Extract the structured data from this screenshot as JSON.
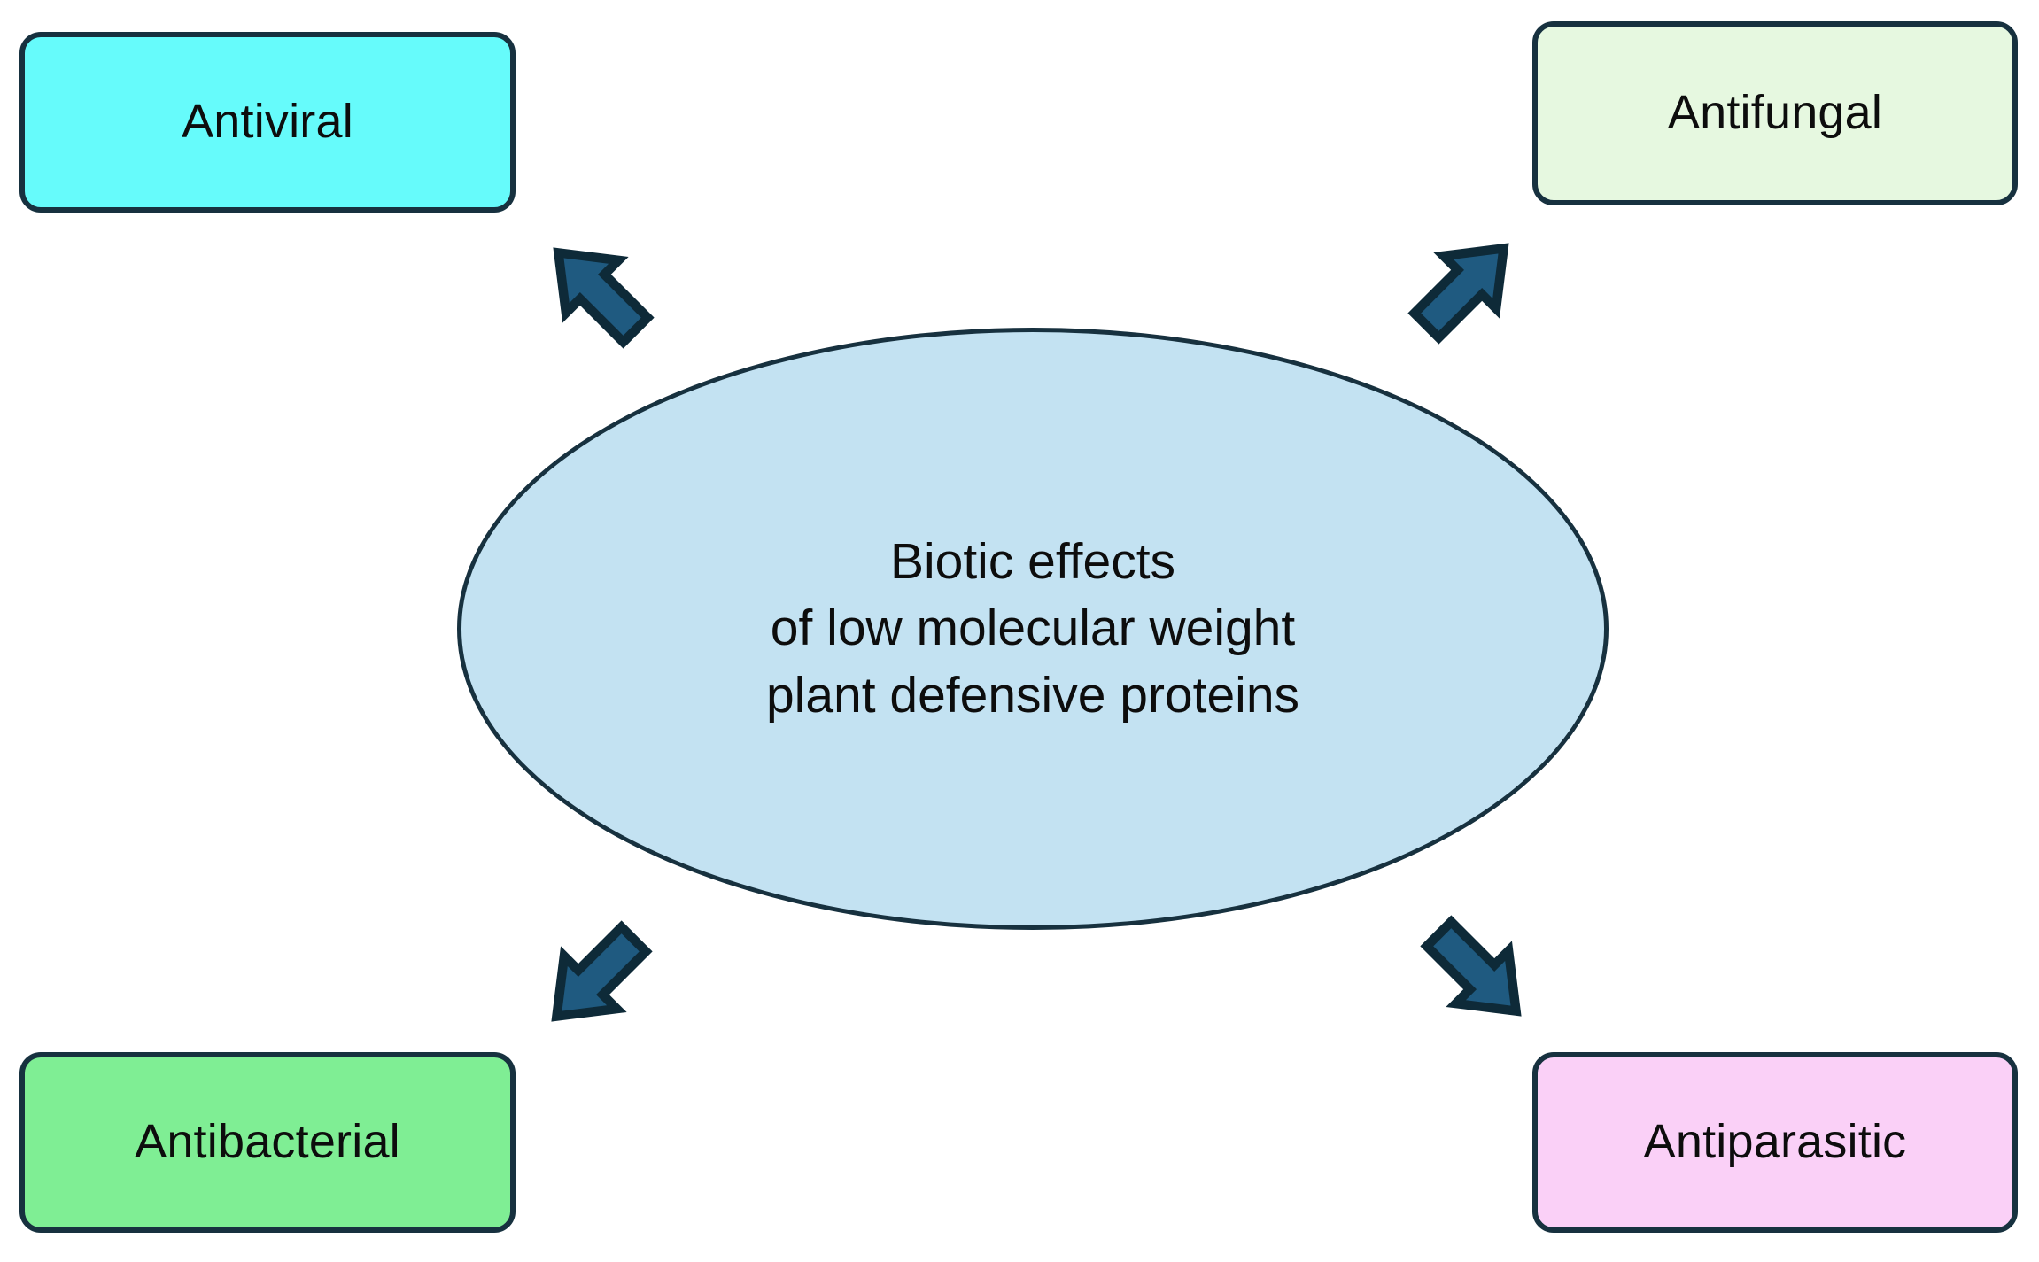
{
  "diagram": {
    "title": "Biotic effects of low molecular weight plant defensive proteins",
    "type": "radial-concept-map",
    "center": {
      "shape": "ellipse",
      "fill_color": "#C3E2F2",
      "border_color": "#17313F",
      "lines": [
        "Biotic effects",
        "of low molecular weight",
        "plant defensive proteins"
      ]
    },
    "arrows": [
      {
        "name": "arrow-top-left",
        "direction": "up-left",
        "from": "center",
        "to": "Antiviral",
        "fill_color": "#1F5A80",
        "border_color": "#0E2A38"
      },
      {
        "name": "arrow-top-right",
        "direction": "up-right",
        "from": "center",
        "to": "Antifungal",
        "fill_color": "#1F5A80",
        "border_color": "#0E2A38"
      },
      {
        "name": "arrow-bottom-left",
        "direction": "down-left",
        "from": "center",
        "to": "Antibacterial",
        "fill_color": "#1F5A80",
        "border_color": "#0E2A38"
      },
      {
        "name": "arrow-bottom-right",
        "direction": "down-right",
        "from": "center",
        "to": "Antiparasitic",
        "fill_color": "#1F5A80",
        "border_color": "#0E2A38"
      }
    ],
    "nodes": [
      {
        "id": "antiviral",
        "label": "Antiviral",
        "position": "top-left",
        "fill_color": "#66FBFB",
        "border_color": "#17313F"
      },
      {
        "id": "antifungal",
        "label": "Antifungal",
        "position": "top-right",
        "fill_color": "#E6F8E0",
        "border_color": "#17313F"
      },
      {
        "id": "antibacterial",
        "label": "Antibacterial",
        "position": "bottom-left",
        "fill_color": "#7FEE94",
        "border_color": "#17313F"
      },
      {
        "id": "antiparasitic",
        "label": "Antiparasitic",
        "position": "bottom-right",
        "fill_color": "#FAD0F7",
        "border_color": "#17313F"
      }
    ],
    "background_color": "#FFFFFF",
    "text_color": "#0D0D0D"
  }
}
